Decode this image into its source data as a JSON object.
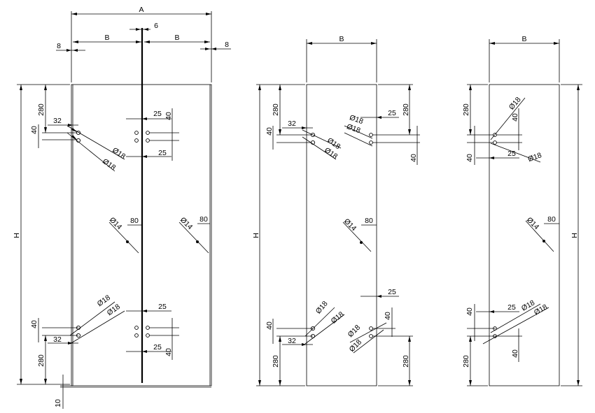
{
  "dims": {
    "A": "A",
    "B": "B",
    "H": "H",
    "d6": "6",
    "d8": "8",
    "d10": "10",
    "d280": "280",
    "d40": "40",
    "d32": "32",
    "d25": "25",
    "d80": "80",
    "dia18": "Ø18",
    "dia14": "Ø14"
  }
}
